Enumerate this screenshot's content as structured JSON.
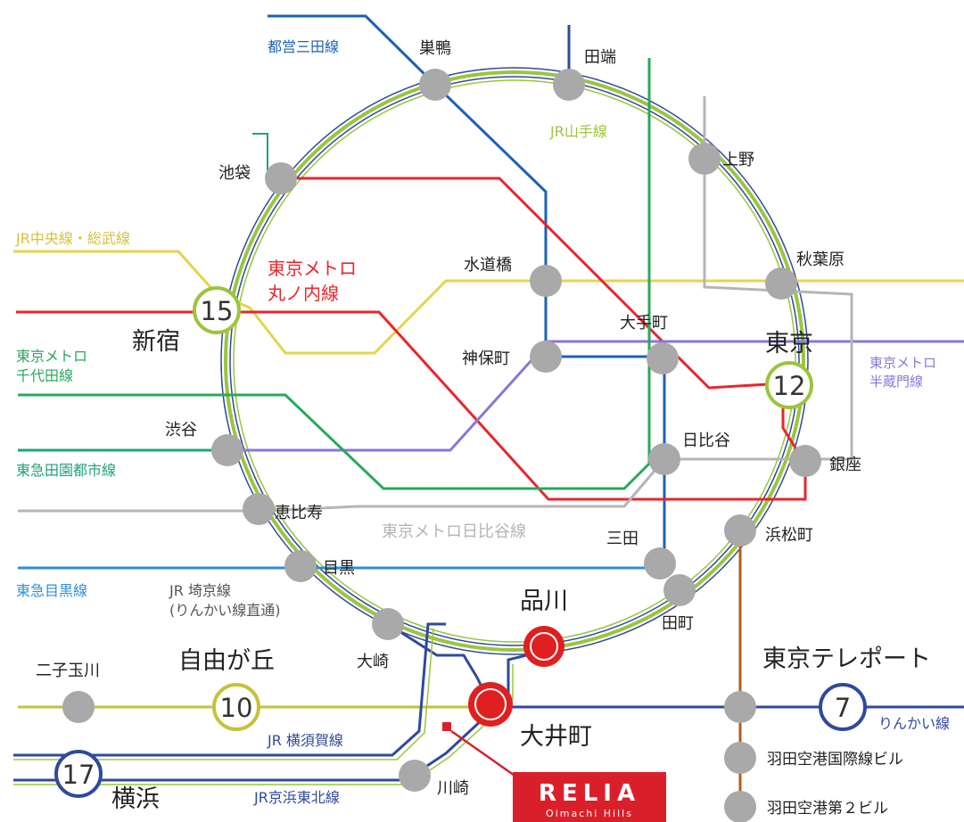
{
  "colors": {
    "yamanote": "#9bc53d",
    "keihin_tohoku": "#1f58a8",
    "marunouchi": "#e8262c",
    "chuo_sobu": "#e3d54a",
    "mita": "#1b62b5",
    "hanzomon": "#8a77d6",
    "chiyoda": "#2aa85d",
    "denentoshi": "#1fa27b",
    "hibiya": "#b5b5b5",
    "meguro": "#2e8fd6",
    "rinkai": "#2f4a9c",
    "tokyu_oimachi": "#c4c238",
    "monorail": "#b35e1e",
    "station": "#a9a9a9",
    "highlight": "#e02020",
    "relia_box": "#d9202a"
  },
  "lines": {
    "mita": "都営三田線",
    "yamanote": "JR山手線",
    "chuo_sobu": "JR中央線・総武線",
    "marunouchi": "東京メトロ\n丸ノ内線",
    "chiyoda": "東京メトロ\n千代田線",
    "hanzomon": "東京メトロ\n半蔵門線",
    "denentoshi": "東急田園都市線",
    "hibiya": "東京メトロ日比谷線",
    "meguro": "東急目黒線",
    "saikyo": "JR 埼京線\n(りんかい線直通)",
    "yokosuka": "JR 横須賀線",
    "keihin_tohoku": "JR京浜東北線",
    "rinkai": "りんかい線"
  },
  "stations": {
    "sugamo": "巣鴨",
    "tabata": "田端",
    "ueno": "上野",
    "ikebukuro": "池袋",
    "suidobashi": "水道橋",
    "akihabara": "秋葉原",
    "otemachi": "大手町",
    "tokyo": "東京",
    "shinjuku": "新宿",
    "jimbocho": "神保町",
    "shibuya": "渋谷",
    "hibiya": "日比谷",
    "ginza": "銀座",
    "ebisu": "恵比寿",
    "mita": "三田",
    "hamamatsucho": "浜松町",
    "meguro": "目黒",
    "tamachi": "田町",
    "shinagawa": "品川",
    "osaki": "大崎",
    "futakotamagawa": "二子玉川",
    "jiyugaoka": "自由が丘",
    "tokyo_teleport": "東京テレポート",
    "oimachi": "大井町",
    "haneda_intl": "羽田空港国際線ビル",
    "kawasaki": "川崎",
    "yokohama": "横浜",
    "haneda_t2": "羽田空港第２ビル"
  },
  "minutes": {
    "shinjuku": "15",
    "tokyo": "12",
    "jiyugaoka": "10",
    "tokyo_teleport": "7",
    "yokohama": "17"
  },
  "brand": {
    "name": "RELIA",
    "sub": "Oimachi Hills"
  }
}
